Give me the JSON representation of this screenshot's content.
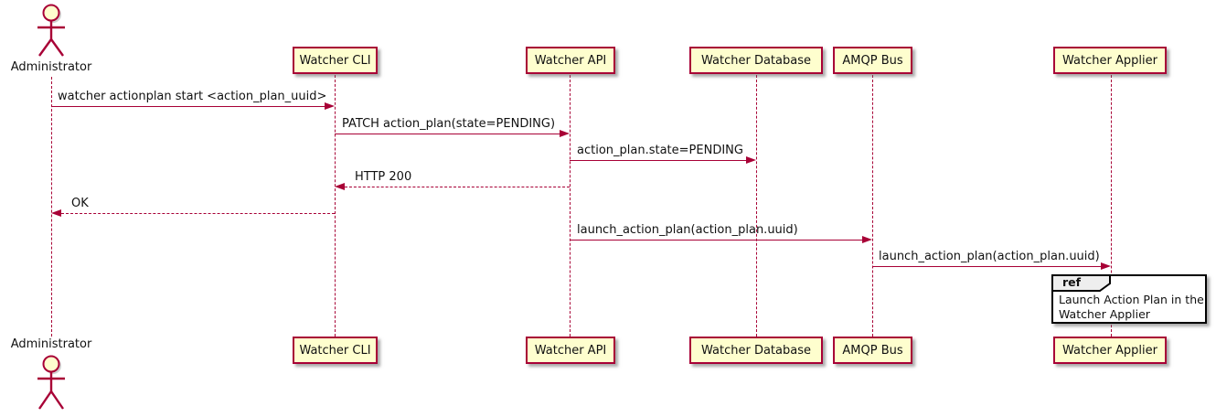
{
  "colors": {
    "accent": "#A80036",
    "participantFill": "#FEFECE",
    "refHeaderFill": "#EEEEEE",
    "textColor": "#111111"
  },
  "actor": {
    "label": "Administrator"
  },
  "participants": [
    {
      "label": "Watcher CLI"
    },
    {
      "label": "Watcher API"
    },
    {
      "label": "Watcher Database"
    },
    {
      "label": "AMQP Bus"
    },
    {
      "label": "Watcher Applier"
    }
  ],
  "messages": [
    {
      "from": "Administrator",
      "to": "Watcher CLI",
      "label": "watcher actionplan start <action_plan_uuid>",
      "style": "solid"
    },
    {
      "from": "Watcher CLI",
      "to": "Watcher API",
      "label": "PATCH action_plan(state=PENDING)",
      "style": "solid"
    },
    {
      "from": "Watcher API",
      "to": "Watcher Database",
      "label": "action_plan.state=PENDING",
      "style": "solid"
    },
    {
      "from": "Watcher API",
      "to": "Watcher CLI",
      "label": "HTTP 200",
      "style": "dashed"
    },
    {
      "from": "Watcher CLI",
      "to": "Administrator",
      "label": "OK",
      "style": "dashed"
    },
    {
      "from": "Watcher API",
      "to": "AMQP Bus",
      "label": "launch_action_plan(action_plan.uuid)",
      "style": "solid"
    },
    {
      "from": "AMQP Bus",
      "to": "Watcher Applier",
      "label": "launch_action_plan(action_plan.uuid)",
      "style": "solid"
    }
  ],
  "ref": {
    "keyword": "ref",
    "line1": "Launch Action Plan in the",
    "line2": "Watcher Applier"
  }
}
